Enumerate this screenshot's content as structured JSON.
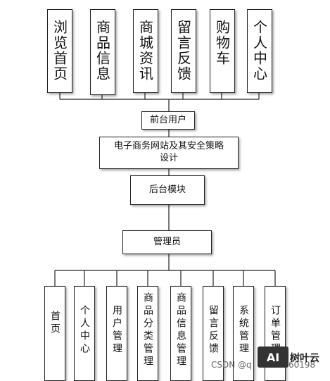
{
  "frontend": {
    "items": [
      {
        "label": "浏览首页"
      },
      {
        "label": "商品信息"
      },
      {
        "label": "商城资讯"
      },
      {
        "label": "留言反馈"
      },
      {
        "label": "购物车"
      },
      {
        "label": "个人中心"
      }
    ],
    "user_label": "前台用户"
  },
  "system": {
    "title_line1": "电子商务网站及其安全策略",
    "title_line2": "设计"
  },
  "backend": {
    "module_label": "后台模块",
    "admin_label": "管理员",
    "items": [
      {
        "label": "首页"
      },
      {
        "label": "个人中心"
      },
      {
        "label": "用户管理"
      },
      {
        "label": "商品分类管理"
      },
      {
        "label": "商品信息管理"
      },
      {
        "label": "留言反馈"
      },
      {
        "label": "系统管理"
      },
      {
        "label": "订单管理"
      }
    ]
  },
  "watermark": {
    "csdn_text": "CSDN @q",
    "number_text": "60198",
    "brand_text": "树叶云",
    "logo_text": "AI"
  }
}
